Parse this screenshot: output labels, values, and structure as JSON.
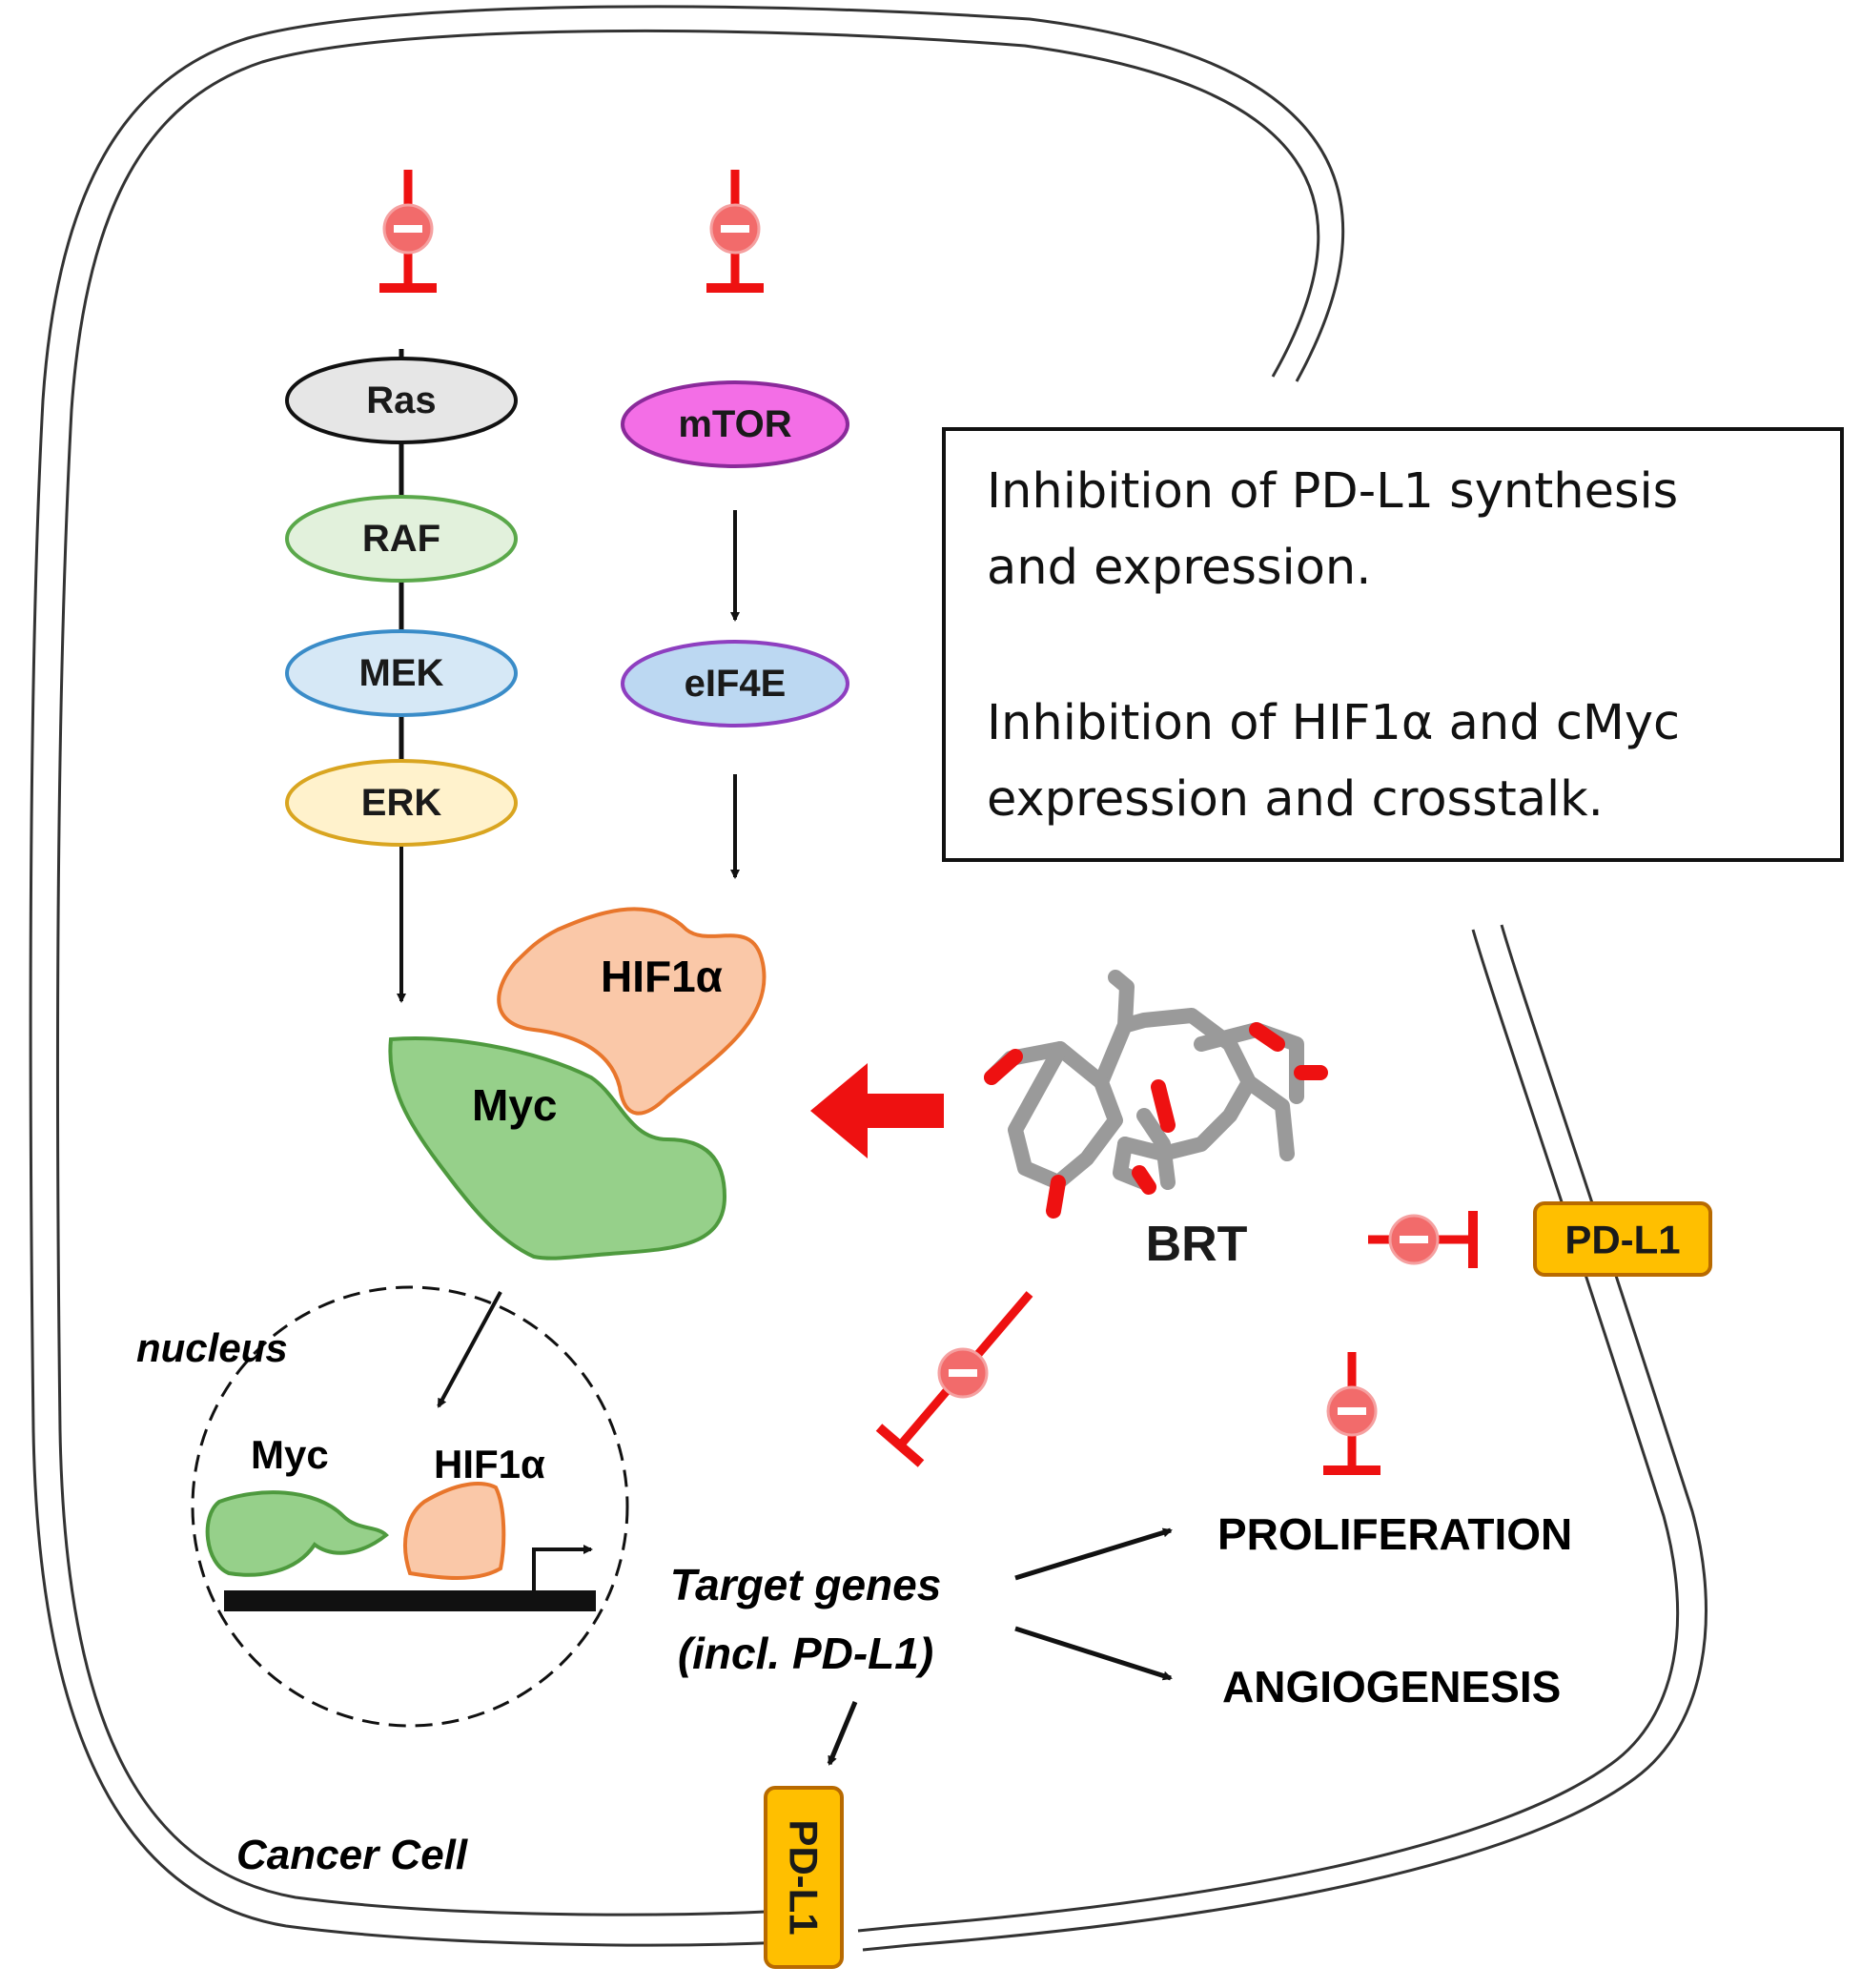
{
  "proteins": {
    "ras": "Ras",
    "raf": "RAF",
    "mek": "MEK",
    "erk": "ERK",
    "mtor": "mTOR",
    "eif4e": "eIF4E",
    "hif1a": "HIF1α",
    "myc": "Myc"
  },
  "nucleus": {
    "label": "nucleus",
    "myc": "Myc",
    "hif1a": "HIF1α"
  },
  "info_box": {
    "line1": "Inhibition of PD-L1 synthesis",
    "line2": "and expression.",
    "line3": "Inhibition of HIF1α and cMyc",
    "line4": "expression and crosstalk."
  },
  "drug": {
    "label": "BRT"
  },
  "target": {
    "line1": "Target genes",
    "line2": "(incl. PD-L1)"
  },
  "outcomes": {
    "proliferation": "PROLIFERATION",
    "angiogenesis": "ANGIOGENESIS"
  },
  "pdl1": {
    "membrane": "PD-L1",
    "bottom": "PD-L1"
  },
  "cell_label": "Cancer Cell",
  "colors": {
    "inhibitor_red": "#ee1111",
    "inhibitor_circle": "#f26b6b",
    "ras_fill": "#e6e6e6",
    "raf_fill": "#e2f1dc",
    "raf_stroke": "#5aa84a",
    "mek_fill": "#d6e8f6",
    "mek_stroke": "#3a8cc8",
    "erk_fill": "#fff2cc",
    "erk_stroke": "#d9a520",
    "mtor_fill": "#f36ee6",
    "mtor_stroke": "#8a2a9a",
    "eif4e_fill": "#bcd8f2",
    "eif4e_stroke": "#8e3fc0",
    "hif_fill": "#fac8a8",
    "hif_stroke": "#e8762c",
    "myc_fill": "#96d08a",
    "myc_stroke": "#4e9a3e",
    "pdl1_fill": "#ffbf00",
    "pdl1_stroke": "#b86a00"
  }
}
